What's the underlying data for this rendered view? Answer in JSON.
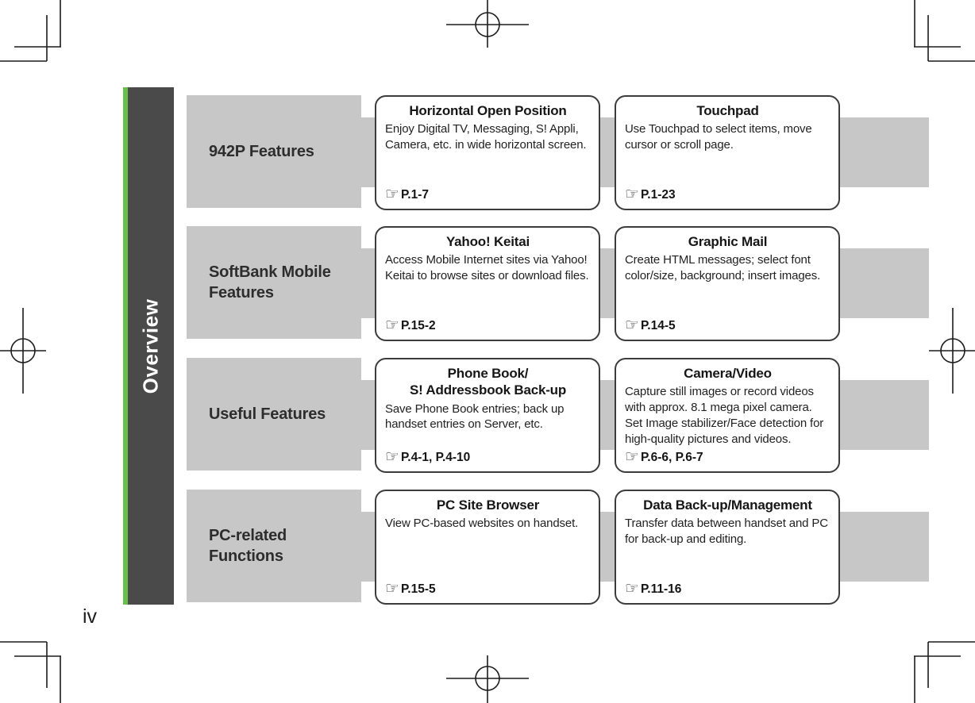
{
  "tab": {
    "label": "Overview"
  },
  "page_number": "iv",
  "icons": {
    "pointing_hand": "☞"
  },
  "colors": {
    "accent_green": "#6abf4b",
    "sidebar_dark": "#4a4a4a",
    "panel_gray": "#c7c7c7"
  },
  "rows": [
    {
      "category": "942P Features",
      "cards": [
        {
          "title": "Horizontal Open Position",
          "body": "Enjoy Digital TV, Messaging, S! Appli, Camera, etc. in wide horizontal screen.",
          "ref": "P.1-7"
        },
        {
          "title": "Touchpad",
          "body": "Use Touchpad to select items, move cursor or scroll page.",
          "ref": "P.1-23"
        }
      ]
    },
    {
      "category": "SoftBank Mobile\nFeatures",
      "cards": [
        {
          "title": "Yahoo! Keitai",
          "body": "Access Mobile Internet sites via Yahoo! Keitai to browse sites or download files.",
          "ref": "P.15-2"
        },
        {
          "title": "Graphic Mail",
          "body": "Create HTML messages; select font color/size, background; insert images.",
          "ref": "P.14-5"
        }
      ]
    },
    {
      "category": "Useful Features",
      "cards": [
        {
          "title": "Phone Book/\nS! Addressbook Back-up",
          "body": "Save Phone Book entries; back up handset entries on Server, etc.",
          "ref": "P.4-1, P.4-10"
        },
        {
          "title": "Camera/Video",
          "body": "Capture still images or record videos with approx. 8.1 mega pixel camera. Set Image stabilizer/Face detection for high-quality pictures and videos.",
          "ref": "P.6-6, P.6-7"
        }
      ]
    },
    {
      "category": "PC-related\nFunctions",
      "cards": [
        {
          "title": "PC Site Browser",
          "body": "View PC-based websites on handset.",
          "ref": "P.15-5"
        },
        {
          "title": "Data Back-up/Management",
          "body": "Transfer data between handset and PC for back-up and editing.",
          "ref": "P.11-16"
        }
      ]
    }
  ]
}
